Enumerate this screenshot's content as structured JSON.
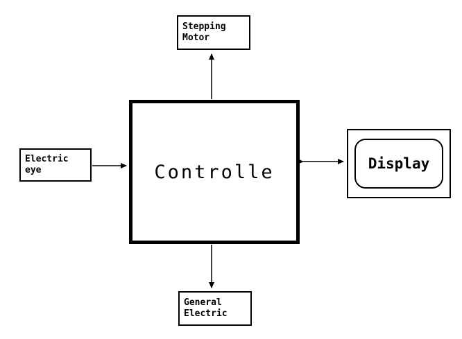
{
  "diagram": {
    "nodes": {
      "controller": {
        "label": "Controlle"
      },
      "stepping_motor": {
        "line1": "Stepping",
        "line2": "Motor"
      },
      "electric_eye": {
        "line1": "Electric",
        "line2": "eye"
      },
      "display": {
        "label": "Display"
      },
      "general_electric": {
        "line1": "General",
        "line2": "Electric"
      }
    },
    "colors": {
      "line": "#000000",
      "background": "#ffffff"
    },
    "connections": [
      {
        "from": "controller",
        "to": "stepping_motor",
        "direction": "up"
      },
      {
        "from": "electric_eye",
        "to": "controller",
        "direction": "right"
      },
      {
        "from": "controller",
        "to": "display",
        "direction": "bidirectional"
      },
      {
        "from": "controller",
        "to": "general_electric",
        "direction": "down"
      }
    ]
  }
}
